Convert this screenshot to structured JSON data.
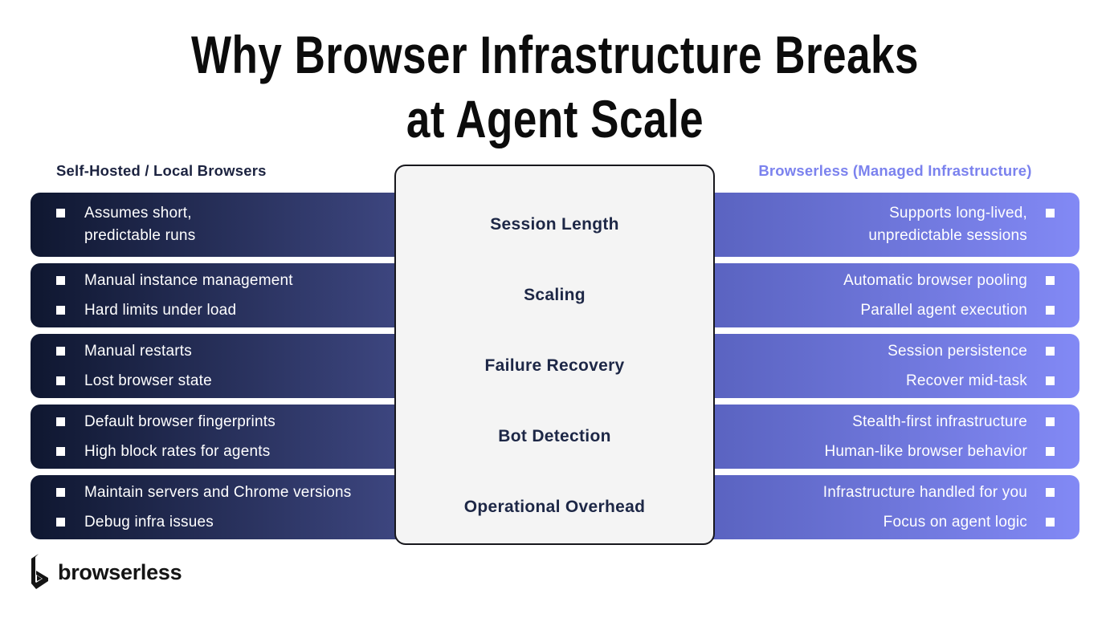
{
  "title": {
    "line1": "Why Browser Infrastructure Breaks",
    "line2": "at Agent Scale"
  },
  "columns": {
    "left_header": "Self-Hosted / Local Browsers",
    "right_header": "Browserless (Managed Infrastructure)"
  },
  "rows": [
    {
      "category": "Session Length",
      "left_items": [
        "Assumes short,\npredictable runs"
      ],
      "right_items": [
        "Supports long-lived,\nunpredictable sessions"
      ]
    },
    {
      "category": "Scaling",
      "left_items": [
        "Manual instance management",
        "Hard limits under load"
      ],
      "right_items": [
        "Automatic browser pooling",
        "Parallel agent execution"
      ]
    },
    {
      "category": "Failure Recovery",
      "left_items": [
        "Manual restarts",
        "Lost browser state"
      ],
      "right_items": [
        "Session persistence",
        "Recover mid-task"
      ]
    },
    {
      "category": "Bot Detection",
      "left_items": [
        "Default browser fingerprints",
        "High block rates for agents"
      ],
      "right_items": [
        "Stealth-first infrastructure",
        "Human-like browser behavior"
      ]
    },
    {
      "category": "Operational Overhead",
      "left_items": [
        "Maintain servers and Chrome versions",
        "Debug infra issues"
      ],
      "right_items": [
        "Infrastructure handled for you",
        "Focus on agent logic"
      ]
    }
  ],
  "logo": {
    "text": "browserless",
    "icon": "browserless-b-mark"
  },
  "icons": {
    "bullet": "white-square-bullet"
  },
  "colors": {
    "background": "#ffffff",
    "title_text": "#0c0c0c",
    "left_header_text": "#1c2340",
    "right_header_text": "#7b82ee",
    "left_bar_gradient_start": "#0f1730",
    "left_bar_gradient_end": "#3d4680",
    "right_bar_gradient_start": "#5a63c0",
    "right_bar_gradient_end": "#8289f5",
    "bar_text": "#ffffff",
    "card_background": "#f4f4f4",
    "card_border": "#17171c",
    "card_label_text": "#1d2746",
    "logo_text": "#141414"
  }
}
